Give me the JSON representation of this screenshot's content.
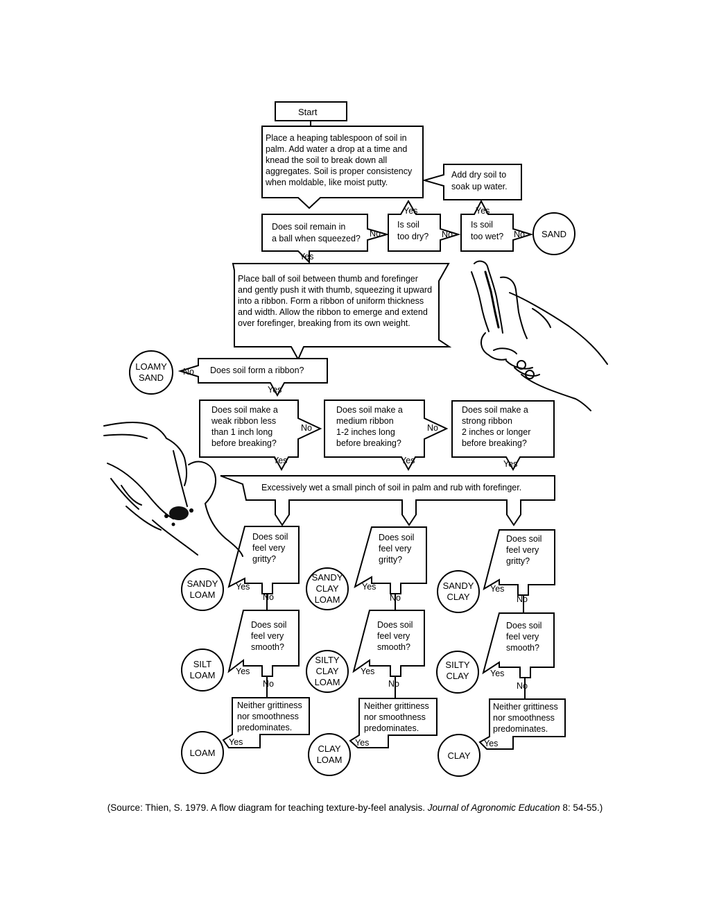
{
  "boxes": {
    "start": [
      "Start"
    ],
    "prep": [
      "Place a heaping tablespoon of soil in",
      "palm. Add water a drop at a time and",
      "knead the soil to break down all",
      "aggregates. Soil is proper consistency",
      "when moldable, like moist putty."
    ],
    "add_dry": [
      "Add dry soil to",
      "soak up water."
    ],
    "ball": [
      "Does soil remain in",
      "a ball when squeezed?"
    ],
    "too_dry": [
      "Is soil",
      "too dry?"
    ],
    "too_wet": [
      "Is soil",
      "too wet?"
    ],
    "ribbon_instr": [
      "Place ball of soil between thumb and forefinger",
      "and gently push it with thumb, squeezing it upward",
      "into a ribbon. Form a ribbon of uniform thickness",
      "and width. Allow the ribbon to emerge and extend",
      "over forefinger, breaking from its own weight."
    ],
    "forms_ribbon": [
      "Does soil form a ribbon?"
    ],
    "weak": [
      "Does soil make a",
      "weak ribbon less",
      "than 1 inch long",
      "before breaking?"
    ],
    "medium": [
      "Does soil make a",
      "medium ribbon",
      "1-2 inches long",
      "before breaking?"
    ],
    "strong": [
      "Does soil make a",
      "strong ribbon",
      "2 inches or longer",
      "before breaking?"
    ],
    "wet_pinch": [
      "Excessively wet a small pinch of soil in palm and rub with forefinger."
    ],
    "gritty": [
      "Does soil",
      "feel very",
      "gritty?"
    ],
    "smooth": [
      "Does soil",
      "feel very",
      "smooth?"
    ],
    "neither": [
      "Neither grittiness",
      "nor smoothness",
      "predominates."
    ]
  },
  "labels": {
    "yes": "Yes",
    "no": "No"
  },
  "results": {
    "sand": [
      "SAND"
    ],
    "loamy_sand": [
      "LOAMY",
      "SAND"
    ],
    "sandy_loam": [
      "SANDY",
      "LOAM"
    ],
    "sandy_clay_loam": [
      "SANDY",
      "CLAY",
      "LOAM"
    ],
    "sandy_clay": [
      "SANDY",
      "CLAY"
    ],
    "silt_loam": [
      "SILT",
      "LOAM"
    ],
    "silty_clay_loam": [
      "SILTY",
      "CLAY",
      "LOAM"
    ],
    "silty_clay": [
      "SILTY",
      "CLAY"
    ],
    "loam": [
      "LOAM"
    ],
    "clay_loam": [
      "CLAY",
      "LOAM"
    ],
    "clay": [
      "CLAY"
    ]
  },
  "source": {
    "prefix": "(Source: Thien, S. 1979. A flow diagram for teaching texture-by-feel analysis. ",
    "journal": "Journal of Agronomic Education",
    "suffix": " 8: 54-55.)"
  }
}
